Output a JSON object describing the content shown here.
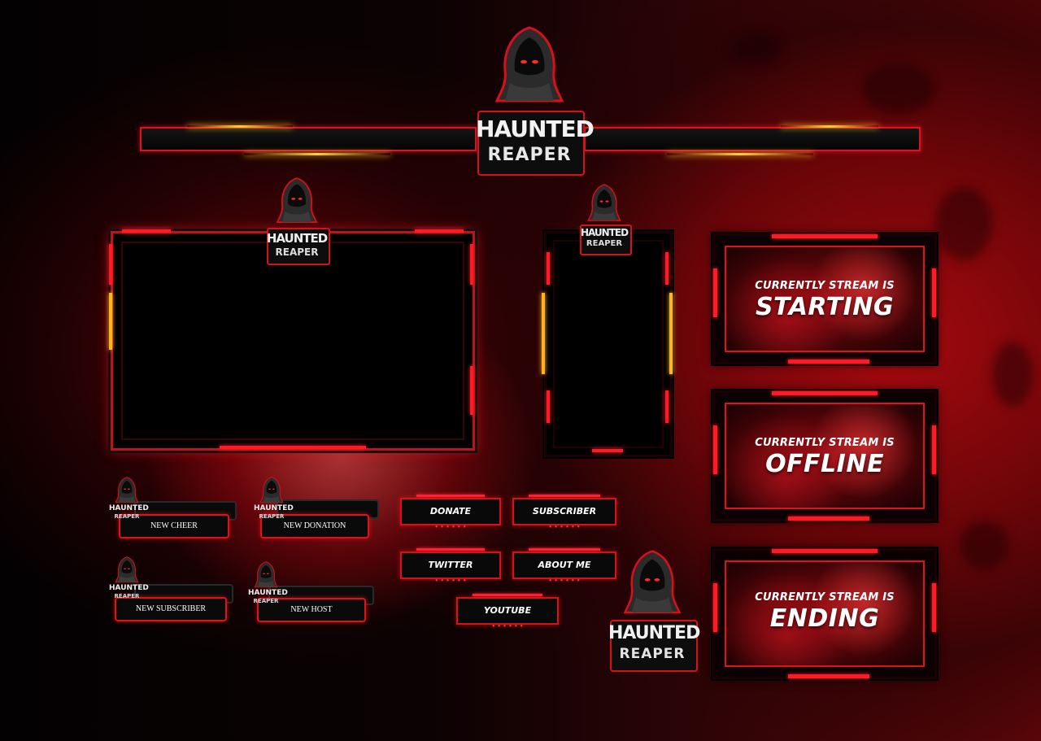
{
  "brand": {
    "name_line1": "HAUNTED",
    "name_line2": "REAPER",
    "colors": {
      "primary": "#e0101c",
      "glow": "#ff1a26",
      "gold": "#ffc020",
      "dark": "#050203"
    }
  },
  "icons": {
    "mascot": "hooded-reaper-icon"
  },
  "scenes": [
    {
      "subtitle": "CURRENTLY STREAM IS",
      "title": "STARTING"
    },
    {
      "subtitle": "CURRENTLY STREAM IS",
      "title": "OFFLINE"
    },
    {
      "subtitle": "CURRENTLY STREAM IS",
      "title": "ENDING"
    }
  ],
  "alerts": [
    {
      "label": "NEW CHEER"
    },
    {
      "label": "NEW DONATION"
    },
    {
      "label": "NEW SUBSCRIBER"
    },
    {
      "label": "NEW HOST"
    }
  ],
  "panels": [
    {
      "label": "DONATE"
    },
    {
      "label": "SUBSCRIBER"
    },
    {
      "label": "TWITTER"
    },
    {
      "label": "ABOUT ME"
    },
    {
      "label": "YOUTUBE"
    }
  ]
}
